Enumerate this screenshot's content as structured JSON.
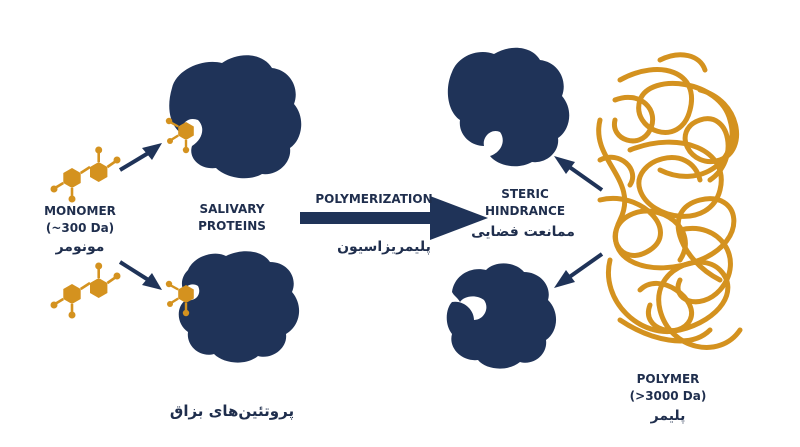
{
  "labels": {
    "monomer_en_1": "MONOMER",
    "monomer_en_2": "(~300 Da)",
    "monomer_fa": "مونومر",
    "salivary_en_1": "SALIVARY",
    "salivary_en_2": "PROTEINS",
    "salivary_fa": "پروتئین‌های بزاق",
    "polymerization_en": "POLYMERIZATION",
    "polymerization_fa": "پلیمریزاسیون",
    "steric_en_1": "STERIC",
    "steric_en_2": "HINDRANCE",
    "steric_fa": "ممانعت فضایی",
    "polymer_en_1": "POLYMER",
    "polymer_en_2": "(>3000 Da)",
    "polymer_fa": "پلیمر"
  },
  "colors": {
    "protein": "#1f3358",
    "molecule": "#d4921f",
    "arrow": "#1f3358",
    "text": "#1f2e4d"
  },
  "icons": {
    "monomer": "hexagon-molecule-icon",
    "protein": "protein-blob-icon",
    "polymer": "tangled-chain-icon"
  }
}
